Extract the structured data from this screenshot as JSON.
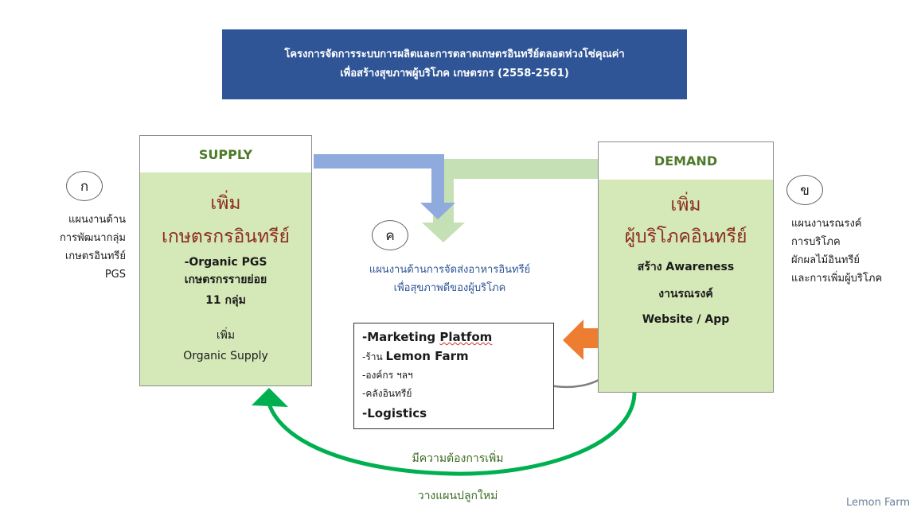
{
  "title": {
    "line1": "โครงการจัดการระบบการผลิตและการตลาดเกษตรอินทรีย์ตลอดห่วงโซ่คุณค่า",
    "line2": "เพื่อสร้างสุขภาพผู้บริโภค เกษตรกร (2558-2561)"
  },
  "supply": {
    "header": "SUPPLY",
    "big_line1": "เพิ่ม",
    "big_line2": "เกษตรกรอินทรีย์",
    "line1": "-Organic PGS",
    "line2": "เกษตรกรรายย่อย",
    "line3": "11 กลุ่ม",
    "line4": "เพิ่ม",
    "line5": "Organic Supply"
  },
  "demand": {
    "header": "DEMAND",
    "big_line1": "เพิ่ม",
    "big_line2": "ผู้บริโภคอินทรีย์",
    "line1": "สร้าง Awareness",
    "line2": "งานรณรงค์",
    "line3": "Website / App"
  },
  "labels": {
    "a": {
      "marker": "ก",
      "lines": [
        "แผนงานด้าน",
        "การพัฒนากลุ่ม",
        "เกษตรอินทรีย์",
        "PGS"
      ]
    },
    "b": {
      "marker": "ข",
      "lines": [
        "แผนงานรณรงค์",
        "การบริโภค",
        "ผักผลไม้อินทรีย์",
        "และการเพิ่มผู้บริโภค"
      ]
    },
    "c": {
      "marker": "ค",
      "lines": [
        "แผนงานด้านการจัดส่งอาหารอินทรีย์",
        "เพื่อสุขภาพดีของผู้บริโภค"
      ]
    }
  },
  "platform": {
    "item1_prefix": "-Marketing ",
    "item1_word": "Platfom",
    "item2_prefix": "-ร้าน ",
    "item2_name": "Lemon Farm",
    "item3": "-องค์กร ฯลฯ",
    "item4": "-คลังอินทรีย์",
    "item5": "-Logistics"
  },
  "loop": {
    "caption1": "มีความต้องการเพิ่ม",
    "caption2": "วางแผนปลูกใหม่"
  },
  "brand": "Lemon Farm",
  "colors": {
    "title_bg": "#2f5597",
    "panel_green": "#d5e8b8",
    "header_green": "#4e7a2a",
    "big_text_red": "#8b2d1e",
    "arrow_blue": "#8faadc",
    "arrow_light_green": "#c5e0b4",
    "arrow_orange": "#ed7d31",
    "loop_green": "#00b050",
    "curve_gray": "#7f7f7f"
  }
}
